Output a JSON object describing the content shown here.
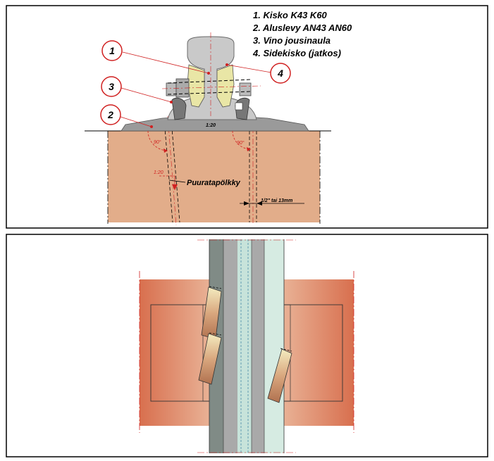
{
  "legend": {
    "items": [
      "1. Kisko  K43  K60",
      "2. Aluslevy  AN43  AN60",
      "3. Vino jousinaula",
      "4. Sidekisko (jatkos)"
    ]
  },
  "callouts": [
    {
      "number": "1"
    },
    {
      "number": "2"
    },
    {
      "number": "3"
    },
    {
      "number": "4"
    }
  ],
  "annotations": {
    "plate_slope": "1:20",
    "spike_slope": "1:20",
    "angle_left": "90°",
    "angle_right": "90°",
    "sleeper_label": "Puuratapölkky",
    "dimension_label": "1/2\" tai 13mm"
  },
  "colors": {
    "sleeper": "#e2ad8a",
    "sleeper_plan": "#d9795a",
    "plate": "#9a9a9a",
    "rail": "#cfcfcf",
    "fishplate": "#e9e6a6",
    "callout_red": "#d02020",
    "rail_plan_dark": "#808b86",
    "rail_plan_light": "#d6ebe2"
  }
}
